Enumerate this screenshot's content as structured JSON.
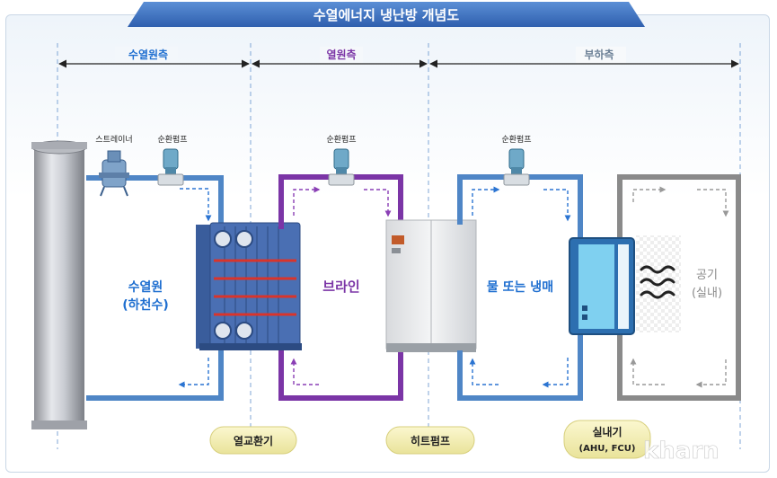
{
  "title": "수열에너지 냉난방 개념도",
  "sections": {
    "source_side": "수열원측",
    "heat_side": "열원측",
    "load_side": "부하측"
  },
  "components": {
    "strainer": "스트레이너",
    "pump1": "순환펌프",
    "pump2": "순환펌프",
    "pump3": "순환펌프"
  },
  "loops": {
    "source_line1": "수열원",
    "source_line2": "(하천수)",
    "brine": "브라인",
    "water": "물 또는 냉매",
    "air_line1": "공기",
    "air_line2": "(실내)"
  },
  "equipment": {
    "heat_exchanger": "열교환기",
    "heat_pump": "히트펌프",
    "indoor_unit_line1": "실내기",
    "indoor_unit_line2": "(AHU, FCU)"
  },
  "watermark": "kharn",
  "colors": {
    "title_bar": "#3f73c0",
    "source_blue": "#1f6fd0",
    "brine_purple": "#7b35a6",
    "load_blue": "#4f86c6",
    "air_gray": "#8a8a8a"
  }
}
